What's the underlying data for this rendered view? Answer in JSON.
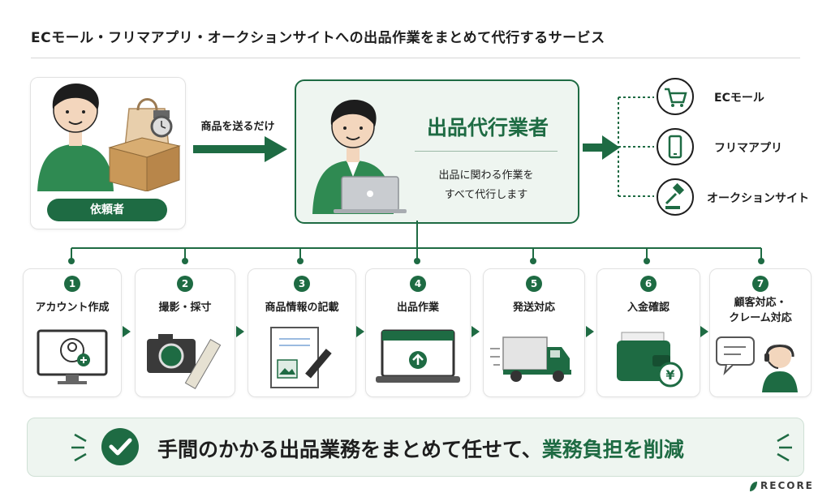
{
  "title": "ECモール・フリマアプリ・オークションサイトへの出品作業をまとめて代行するサービス",
  "client": {
    "label": "依頼者"
  },
  "send_text": "商品を送るだけ",
  "agent": {
    "title": "出品代行業者",
    "desc_line1": "出品に関わる作業を",
    "desc_line2": "すべて代行します"
  },
  "channels": [
    {
      "label": "ECモール",
      "icon": "cart-icon"
    },
    {
      "label": "フリマアプリ",
      "icon": "smartphone-icon"
    },
    {
      "label": "オークションサイト",
      "icon": "gavel-icon"
    }
  ],
  "steps": [
    {
      "num": "1",
      "label": "アカウント作成",
      "icon": "monitor-user-icon"
    },
    {
      "num": "2",
      "label": "撮影・採寸",
      "icon": "camera-ruler-icon"
    },
    {
      "num": "3",
      "label": "商品情報の記載",
      "icon": "document-pen-icon"
    },
    {
      "num": "4",
      "label": "出品作業",
      "icon": "laptop-upload-icon"
    },
    {
      "num": "5",
      "label": "発送対応",
      "icon": "truck-icon"
    },
    {
      "num": "6",
      "label": "入金確認",
      "icon": "wallet-yen-icon"
    },
    {
      "num": "7",
      "label_line1": "顧客対応・",
      "label_line2": "クレーム対応",
      "icon": "support-headset-icon"
    }
  ],
  "bottom": {
    "text_main": "手間のかかる出品業務をまとめて任せて、",
    "text_highlight": "業務負担を削減"
  },
  "logo": {
    "text": "RECORE"
  },
  "colors": {
    "accent": "#1e6b43",
    "light": "#eef5f0"
  }
}
